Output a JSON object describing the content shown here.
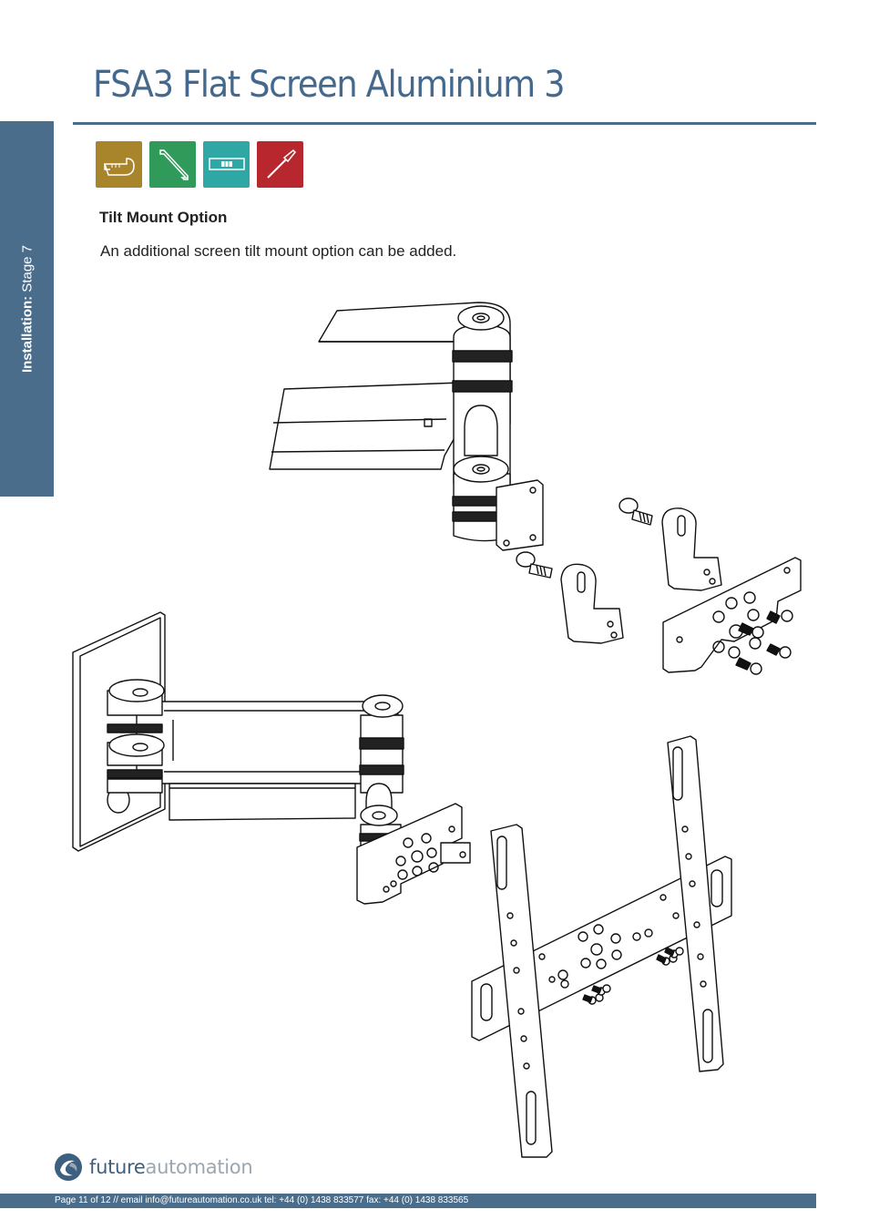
{
  "document": {
    "title": "FSA3 Flat Screen Aluminium 3",
    "side_tab": {
      "bold": "Installation:",
      "rest": " Stage 7"
    },
    "tools": [
      {
        "icon": "tape-measure-icon",
        "color": "#a8842a"
      },
      {
        "icon": "allen-key-icon",
        "color": "#2f9a5a"
      },
      {
        "icon": "spirit-level-icon",
        "color": "#2ea7a5"
      },
      {
        "icon": "screwdriver-icon",
        "color": "#b8262e"
      }
    ],
    "section_heading": "Tilt Mount Option",
    "intro": "An additional screen tilt mount option can be added."
  },
  "brand": {
    "part1": "future",
    "part2": "automation"
  },
  "footer": {
    "text": "Page 11 of 12 // email info@futureautomation.co.uk  tel: +44 (0) 1438 833577  fax: +44 (0) 1438 833565"
  },
  "colors": {
    "accent": "#4a6d8c",
    "title": "#45698d"
  }
}
